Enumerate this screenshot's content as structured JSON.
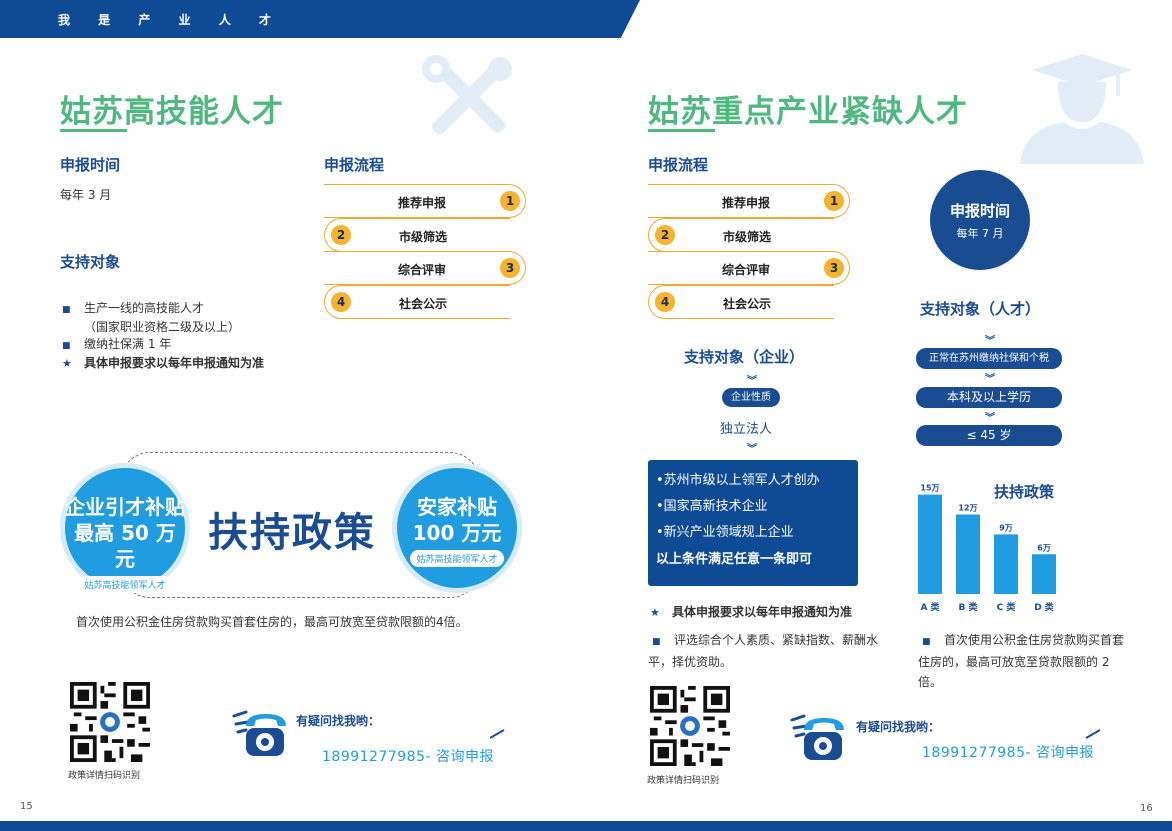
{
  "header": {
    "banner": "我 是 产 业 人 才"
  },
  "left": {
    "title": "姑苏高技能人才",
    "apply_time": {
      "heading": "申报时间",
      "value": "每年 3 月"
    },
    "support": {
      "heading": "支持对象",
      "bullets": [
        "生产一线的高技能人才",
        "（国家职业资格二级及以上）",
        "缴纳社保满 1 年"
      ],
      "star_note": "具体申报要求以每年申报通知为准"
    },
    "process": {
      "heading": "申报流程",
      "steps": [
        {
          "num": "1",
          "label": "推荐申报"
        },
        {
          "num": "2",
          "label": "市级筛选"
        },
        {
          "num": "3",
          "label": "综合评审"
        },
        {
          "num": "4",
          "label": "社会公示"
        }
      ]
    },
    "subsidy_left": {
      "line1": "企业引才补贴",
      "line2": "最高 50 万元",
      "tag": "姑苏高技能领军人才"
    },
    "policy_center": "扶持政策",
    "subsidy_right": {
      "line1": "安家补贴",
      "line2": "100 万元",
      "tag": "姑苏高技能领军人才"
    },
    "footnote": "首次使用公积金住房贷款购买首套住房的，最高可放宽至贷款限额的4倍。",
    "qr_caption": "政策详情扫码识别",
    "phone_label": "有疑问找我哟：",
    "phone": "18991277985- 咨询申报",
    "page_number": "15"
  },
  "right": {
    "title": "姑苏重点产业紧缺人才",
    "process": {
      "heading": "申报流程",
      "steps": [
        {
          "num": "1",
          "label": "推荐申报"
        },
        {
          "num": "2",
          "label": "市级筛选"
        },
        {
          "num": "3",
          "label": "综合评审"
        },
        {
          "num": "4",
          "label": "社会公示"
        }
      ]
    },
    "apply_time": {
      "heading": "申报时间",
      "value": "每年 7 月"
    },
    "support_talent": {
      "heading": "支持对象（人才）",
      "items": [
        "正常在苏州缴纳社保和个税",
        "本科及以上学历",
        "≤ 45 岁"
      ]
    },
    "support_company": {
      "heading": "支持对象（企业）",
      "nature_label": "企业性质",
      "nature_value": "独立法人",
      "conditions": [
        "•苏州市级以上领军人才创办",
        "•国家高新技术企业",
        "•新兴产业领域规上企业"
      ],
      "conclusion": "以上条件满足任意一条即可"
    },
    "star_note": "具体申报要求以每年申报通知为准",
    "evaluation": "评选综合个人素质、紧缺指数、薪酬水平，择优资助。",
    "housing_note": "首次使用公积金住房贷款购买首套住房的，最高可放宽至贷款限额的 2 倍。",
    "qr_caption": "政策详情扫码识别",
    "phone_label": "有疑问找我哟：",
    "phone": "18991277985- 咨询申报",
    "page_number": "16"
  },
  "chart_data": {
    "type": "bar",
    "title": "扶持政策",
    "categories": [
      "A 类",
      "B 类",
      "C 类",
      "D 类"
    ],
    "values": [
      15,
      12,
      9,
      6
    ],
    "value_labels": [
      "15万",
      "12万",
      "9万",
      "6万"
    ],
    "ylim": [
      0,
      16
    ],
    "grid": false,
    "colors": [
      "#1f9de0"
    ]
  }
}
